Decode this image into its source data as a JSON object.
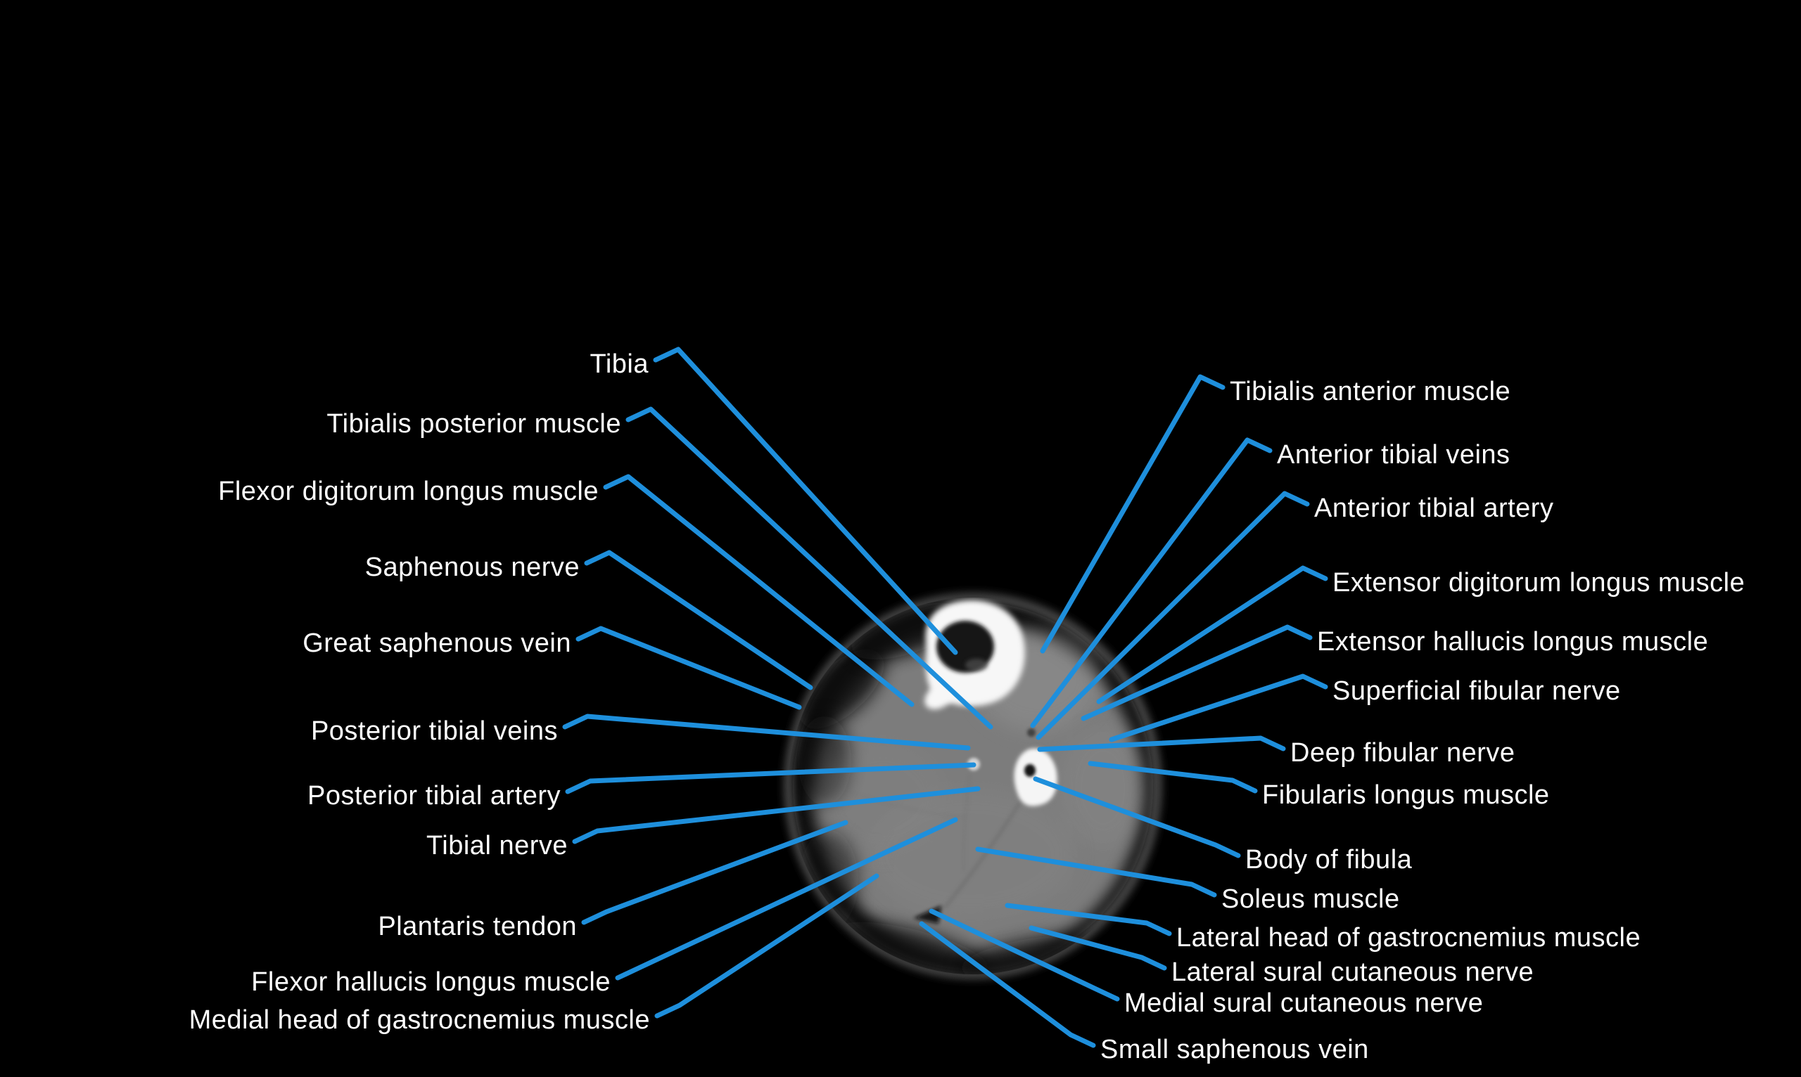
{
  "colors": {
    "background": "#000000",
    "leader_line": "#1e8fdc",
    "label_text": "#ffffff"
  },
  "labels": {
    "left": [
      {
        "text": "Tibia"
      },
      {
        "text": "Tibialis posterior muscle"
      },
      {
        "text": "Flexor digitorum longus muscle"
      },
      {
        "text": "Saphenous nerve"
      },
      {
        "text": "Great saphenous vein"
      },
      {
        "text": "Posterior tibial veins"
      },
      {
        "text": "Posterior tibial artery"
      },
      {
        "text": "Tibial nerve"
      },
      {
        "text": "Plantaris tendon"
      },
      {
        "text": "Flexor hallucis longus muscle"
      },
      {
        "text": "Medial head of gastrocnemius muscle"
      }
    ],
    "right": [
      {
        "text": "Tibialis anterior muscle"
      },
      {
        "text": "Anterior tibial veins"
      },
      {
        "text": "Anterior tibial artery"
      },
      {
        "text": "Extensor digitorum longus muscle"
      },
      {
        "text": "Extensor hallucis longus muscle"
      },
      {
        "text": "Superficial fibular nerve"
      },
      {
        "text": "Deep fibular nerve"
      },
      {
        "text": "Fibularis longus muscle"
      },
      {
        "text": "Body of fibula"
      },
      {
        "text": "Soleus muscle"
      },
      {
        "text": "Lateral head of gastrocnemius muscle"
      },
      {
        "text": "Lateral sural cutaneous nerve"
      },
      {
        "text": "Medial sural cutaneous nerve"
      },
      {
        "text": "Small saphenous vein"
      }
    ]
  }
}
